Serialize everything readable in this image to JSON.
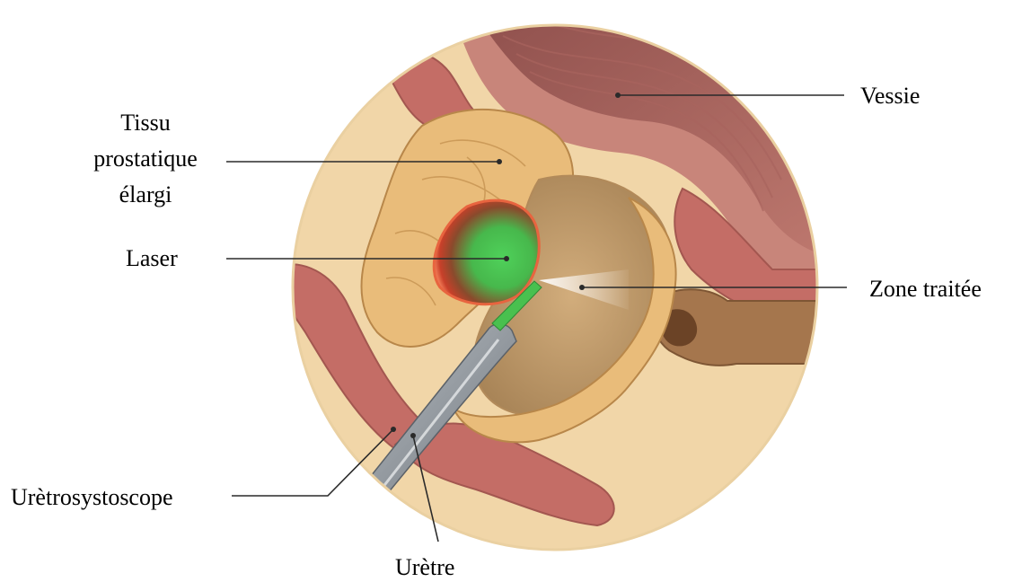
{
  "labels": {
    "vessie": "Vessie",
    "tissu_line1": "Tissu",
    "tissu_line2": "prostatique",
    "tissu_line3": "élargi",
    "laser": "Laser",
    "zone_traitee": "Zone traitée",
    "uretrosystoscope": "Urètrosystoscope",
    "uretre": "Urètre"
  },
  "colors": {
    "background": "#ffffff",
    "disc": "#f1d6a8",
    "bladder_wall": "#b8736a",
    "bladder_inner": "#9e5a55",
    "muscle": "#c46d66",
    "prostate": "#e9bc7a",
    "treated_cavity": "#c8a273",
    "laser_green": "#49c04f",
    "laser_red_rim": "#d84a2f",
    "scope_metal": "#9aa0a6",
    "text": "#000000"
  },
  "icons": {
    "laser_fiber": "green-fiber-tip"
  }
}
